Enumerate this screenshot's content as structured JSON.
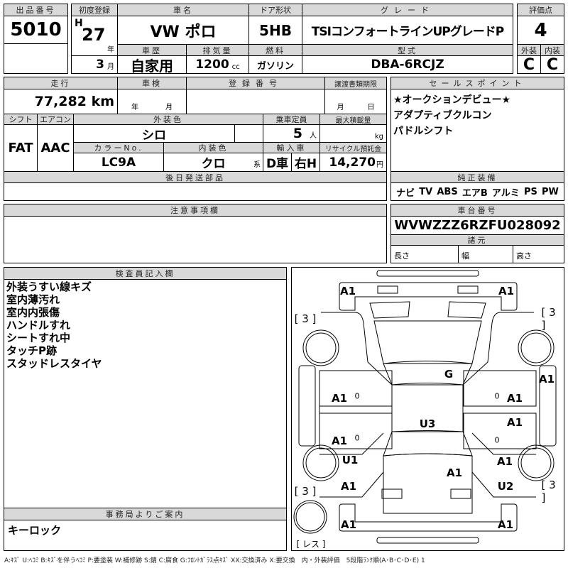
{
  "lot": {
    "label": "出品番号",
    "value": "5010"
  },
  "first_reg": {
    "label": "初度登録",
    "era": "H",
    "year": "27",
    "year_unit": "年",
    "month": "3",
    "month_unit": "月"
  },
  "car_name": {
    "label": "車名",
    "value": "VW ポロ"
  },
  "door": {
    "label": "ドア形状",
    "value": "5HB"
  },
  "grade": {
    "label": "グレード",
    "value": "TSIコンフォートラインUPグレードP"
  },
  "history": {
    "label": "車歴",
    "value": "自家用"
  },
  "displacement": {
    "label": "排気量",
    "value": "1200",
    "unit": "cc"
  },
  "fuel": {
    "label": "燃料",
    "value": "ガソリン"
  },
  "model": {
    "label": "型式",
    "value": "DBA-6RCJZ"
  },
  "score": {
    "label": "評価点",
    "value": "4",
    "ext_label": "外装",
    "int_label": "内装",
    "ext": "C",
    "int": "C"
  },
  "mileage": {
    "label": "走行",
    "value": "77,282",
    "unit": "km"
  },
  "inspection": {
    "label": "車検",
    "year_unit": "年",
    "month_unit": "月"
  },
  "reg_no": {
    "label": "登録番号"
  },
  "transfer": {
    "label": "譲渡書類期限",
    "month_unit": "月",
    "day_unit": "日"
  },
  "shift": {
    "label": "シフト",
    "value": "FAT"
  },
  "aircon": {
    "label": "エアコン",
    "value": "AAC"
  },
  "ext_color": {
    "label": "外装色",
    "value": "シロ"
  },
  "capacity": {
    "label": "乗車定員",
    "value": "5",
    "unit": "人"
  },
  "max_load": {
    "label": "最大積載量",
    "unit": "kg"
  },
  "color_no": {
    "label": "カラーNo.",
    "value": "LC9A"
  },
  "int_color": {
    "label": "内装色",
    "value": "クロ",
    "unit": "系"
  },
  "import": {
    "label": "輸入車",
    "dealer": "D車",
    "handle": "右H"
  },
  "recycle": {
    "label": "リサイクル預託金",
    "value": "14,270",
    "unit": "円"
  },
  "later_parts": {
    "label": "後日発送部品"
  },
  "sales_points": {
    "label": "セールスポイント",
    "items": [
      "★オークションデビュー★",
      "アダプティブクルコン",
      "パドルシフト"
    ]
  },
  "equipment": {
    "label": "純正装備",
    "items": [
      "ナビ",
      "TV",
      "ABS",
      "エアB",
      "アルミ",
      "PS",
      "PW"
    ]
  },
  "notes": {
    "label": "注意事項欄"
  },
  "chassis": {
    "label": "車台番号",
    "value": "WVWZZZ6RZFU028092"
  },
  "specs": {
    "label": "諸元",
    "length": "長さ",
    "width": "幅",
    "height": "高さ"
  },
  "inspector": {
    "label": "検査員記入欄",
    "items": [
      "外装うすい線キズ",
      "室内薄汚れ",
      "室内内張傷",
      "ハンドルすれ",
      "シートすれ中",
      "タッチP跡",
      "スタッドレスタイヤ"
    ]
  },
  "office": {
    "label": "事務局よりご案内",
    "value": "キーロック"
  },
  "diagram": {
    "marks": [
      "A1",
      "A1",
      "[ 3 ]",
      "[ 3 ]",
      "G",
      "A1",
      "A1",
      "0",
      "0",
      "A1",
      "U3",
      "A1",
      "0",
      "A1",
      "0",
      "U1",
      "A1",
      "A1",
      "A1",
      "U2",
      "[ 3 ]",
      "[ 3 ]",
      "A1",
      "A1",
      "[ レス ]"
    ]
  },
  "legend": "A:ｷｽﾞ U:ﾍｺﾐ B:ｷｽﾞを伴うﾍｺﾐ P:要塗装 W:補修跡 S:錆 C:腐食 G:ﾌﾛﾝﾄｶﾞﾗｽ点ｷｽﾞ XX:交換済み X:要交換　内・外装評価　5段階ﾗﾝｸ順(A･B･C･D･E) 1"
}
